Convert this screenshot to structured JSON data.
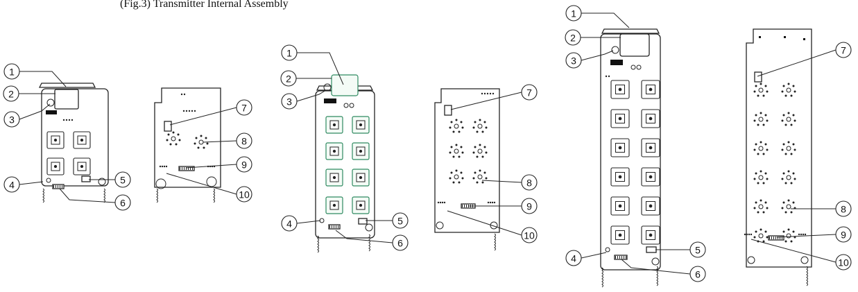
{
  "title": "(Fig.3) Transmitter Internal Assembly",
  "callouts": [
    "1",
    "2",
    "3",
    "4",
    "5",
    "6",
    "7",
    "8",
    "9",
    "10"
  ]
}
